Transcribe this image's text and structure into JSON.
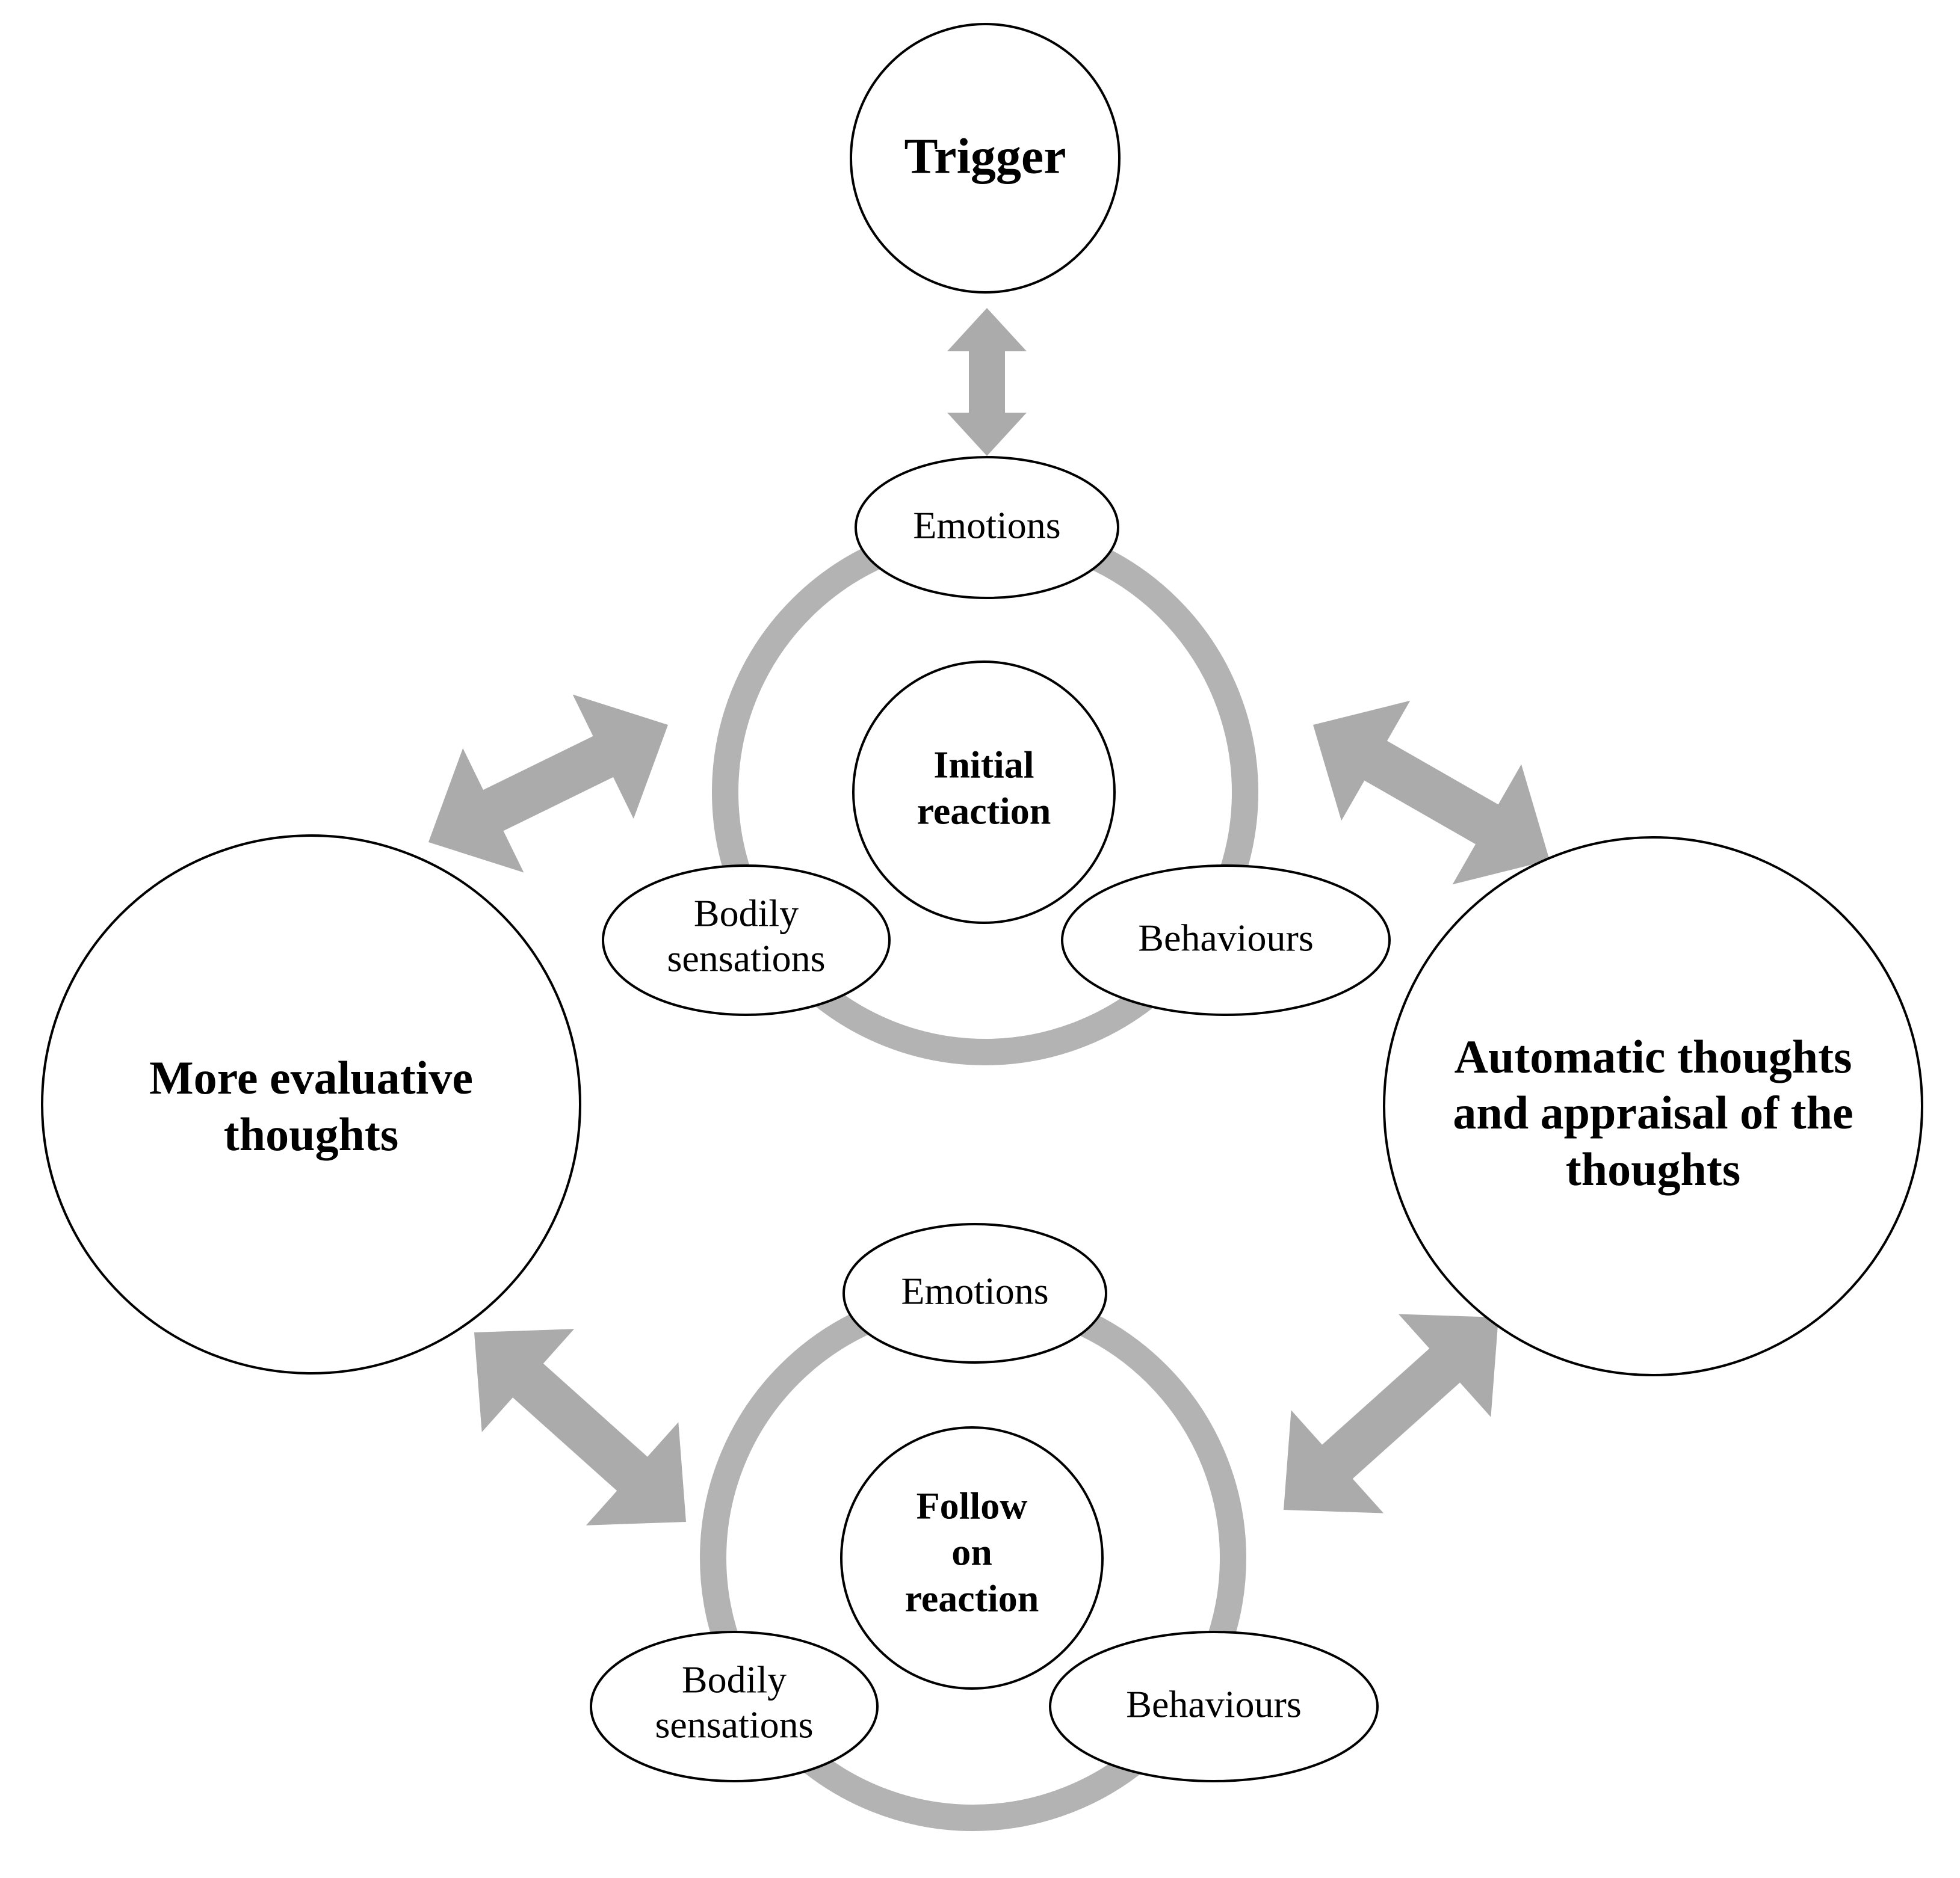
{
  "diagram": {
    "trigger": {
      "label": "Trigger"
    },
    "more_evaluative": {
      "lines": [
        "More evaluative",
        "thoughts"
      ]
    },
    "automatic_thoughts": {
      "lines": [
        "Automatic thoughts",
        "and appraisal of the",
        "thoughts"
      ]
    },
    "initial_cycle": {
      "center_lines": [
        "Initial",
        "reaction"
      ],
      "emotions": "Emotions",
      "bodily_lines": [
        "Bodily",
        "sensations"
      ],
      "behaviours": "Behaviours"
    },
    "followon_cycle": {
      "center_lines": [
        "Follow",
        "on",
        "reaction"
      ],
      "emotions": "Emotions",
      "bodily_lines": [
        "Bodily",
        "sensations"
      ],
      "behaviours": "Behaviours"
    }
  },
  "colors": {
    "arrow": "#ababab",
    "ring": "#b3b3b3",
    "outline": "#000000",
    "background": "#ffffff"
  }
}
